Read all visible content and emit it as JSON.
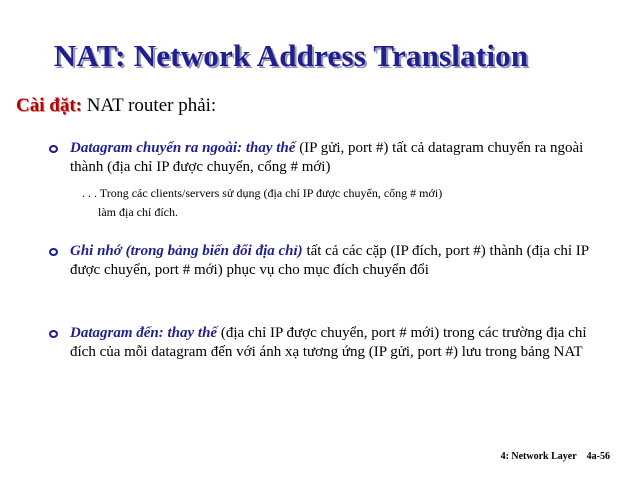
{
  "slide": {
    "title": "NAT: Network Address Translation",
    "intro": {
      "label": "Cài đặt:",
      "text": " NAT router phải:"
    },
    "bullets": [
      {
        "emphasis": "Datagram chuyển ra ngoài: thay thế",
        "text": " (IP gửi, port #) tất cả datagram chuyển ra ngoài thành (địa chỉ IP được chuyển, cổng # mới)"
      },
      {
        "emphasis": "Ghi nhớ (trong bảng biến đổi địa chỉ)",
        "text": " tất cả các cặp (IP đích, port #) thành (địa chỉ IP được chuyển, port # mới) phục vụ cho mục đích chuyển đổi"
      },
      {
        "emphasis": "Datagram đến: thay thế",
        "text": " (địa chỉ IP được chuyển, port # mới) trong các trường địa chỉ đích của mỗi datagram đến với ánh xạ tương ứng (IP gửi, port #) lưu trong bảng NAT"
      }
    ],
    "sub_bullet": {
      "line1": ". . . Trong các clients/servers sử dụng (địa chỉ IP được chuyển, cổng # mới)",
      "line2": "làm địa chỉ đích."
    },
    "footer": {
      "chapter": "4: Network Layer",
      "page": "4a-56"
    }
  },
  "colors": {
    "title": "#1f1f8f",
    "label": "#c00000",
    "emphasis": "#1f1f8f"
  }
}
